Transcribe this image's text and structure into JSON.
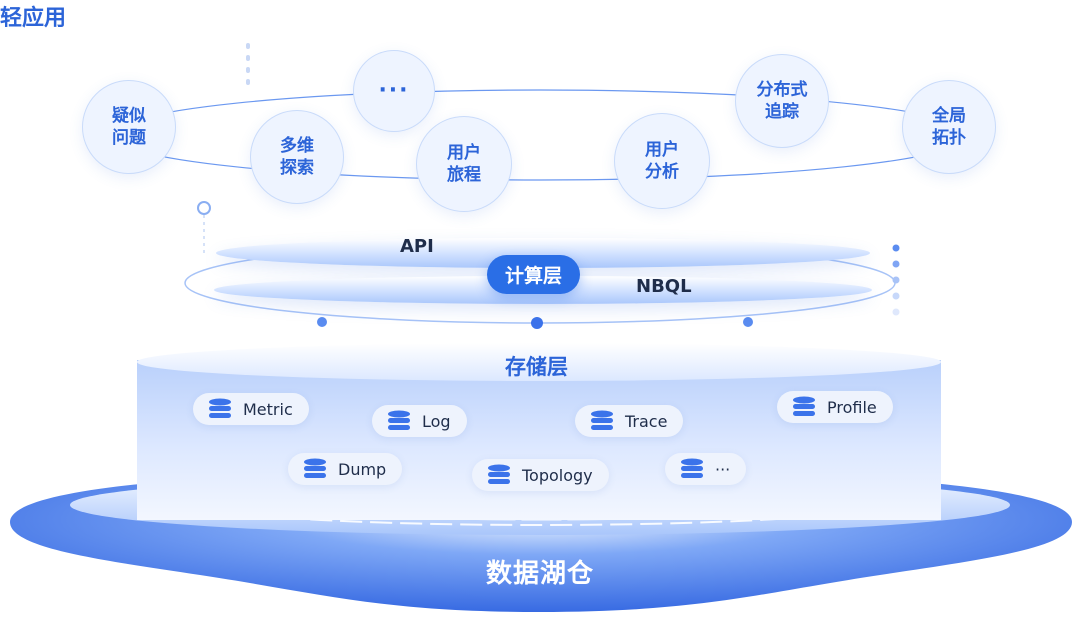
{
  "apps": {
    "title": "轻应用",
    "items": [
      {
        "key": "suspected-issue",
        "label": "疑似\n问题"
      },
      {
        "key": "more",
        "label": "···"
      },
      {
        "key": "multi-dim-explore",
        "label": "多维\n探索"
      },
      {
        "key": "user-journey",
        "label": "用户\n旅程"
      },
      {
        "key": "user-analysis",
        "label": "用户\n分析"
      },
      {
        "key": "distributed-tracing",
        "label": "分布式\n追踪"
      },
      {
        "key": "global-topology",
        "label": "全局\n拓扑"
      }
    ]
  },
  "compute": {
    "title": "计算层",
    "api": "API",
    "nbql": "NBQL"
  },
  "storage": {
    "title": "存储层",
    "items": [
      {
        "key": "metric",
        "label": "Metric"
      },
      {
        "key": "log",
        "label": "Log"
      },
      {
        "key": "trace",
        "label": "Trace"
      },
      {
        "key": "profile",
        "label": "Profile"
      },
      {
        "key": "dump",
        "label": "Dump"
      },
      {
        "key": "topology",
        "label": "Topology"
      },
      {
        "key": "more",
        "label": "···"
      }
    ]
  },
  "lake": {
    "title": "数据湖仓"
  },
  "colors": {
    "primary": "#2c64d8",
    "badge": "#2a6ee6",
    "lake": "#3f78ea"
  }
}
